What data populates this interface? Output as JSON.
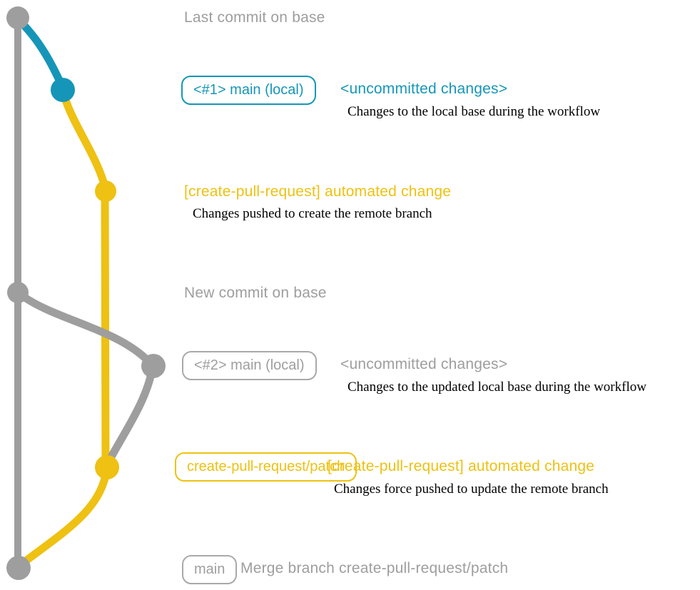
{
  "palette": {
    "gray": "#9e9e9e",
    "gray_border": "#a9a9a9",
    "teal": "#1596b8",
    "yellow": "#eec112",
    "description_text": "#000000",
    "background": "#ffffff"
  },
  "graph": {
    "type": "git-branch-diagram",
    "branches": [
      {
        "name": "base",
        "color_key": "gray"
      },
      {
        "name": "main-local-1",
        "color_key": "teal"
      },
      {
        "name": "create-pull-request-patch",
        "color_key": "yellow"
      },
      {
        "name": "main-local-2",
        "color_key": "gray"
      }
    ],
    "commits": [
      {
        "id": "last-commit-on-base",
        "branch": "base",
        "color_key": "gray"
      },
      {
        "id": "uncommitted-changes-1",
        "branch": "main-local-1",
        "color_key": "teal"
      },
      {
        "id": "automated-change-1",
        "branch": "create-pull-request-patch",
        "color_key": "yellow"
      },
      {
        "id": "new-commit-on-base",
        "branch": "base",
        "color_key": "gray"
      },
      {
        "id": "uncommitted-changes-2",
        "branch": "main-local-2",
        "color_key": "gray"
      },
      {
        "id": "automated-change-2",
        "branch": "create-pull-request-patch",
        "color_key": "yellow"
      },
      {
        "id": "merge-commit",
        "branch": "base",
        "color_key": "gray"
      }
    ]
  },
  "annotations": {
    "last_commit": "Last commit on base",
    "workflow1": {
      "branch_pill": "<#1> main (local)",
      "message": "<uncommitted changes>",
      "description": "Changes to the local base during the workflow"
    },
    "push1": {
      "message": "[create-pull-request] automated change",
      "description": "Changes pushed to create the remote branch"
    },
    "new_commit": "New commit on base",
    "workflow2": {
      "branch_pill": "<#2> main (local)",
      "message": "<uncommitted changes>",
      "description": "Changes to the updated local base during the workflow"
    },
    "push2": {
      "branch_pill": "create-pull-request/patch",
      "message": "[create-pull-request] automated change",
      "description": "Changes force pushed to update the remote branch"
    },
    "merge": {
      "branch_pill": "main",
      "message": "Merge branch create-pull-request/patch"
    }
  }
}
